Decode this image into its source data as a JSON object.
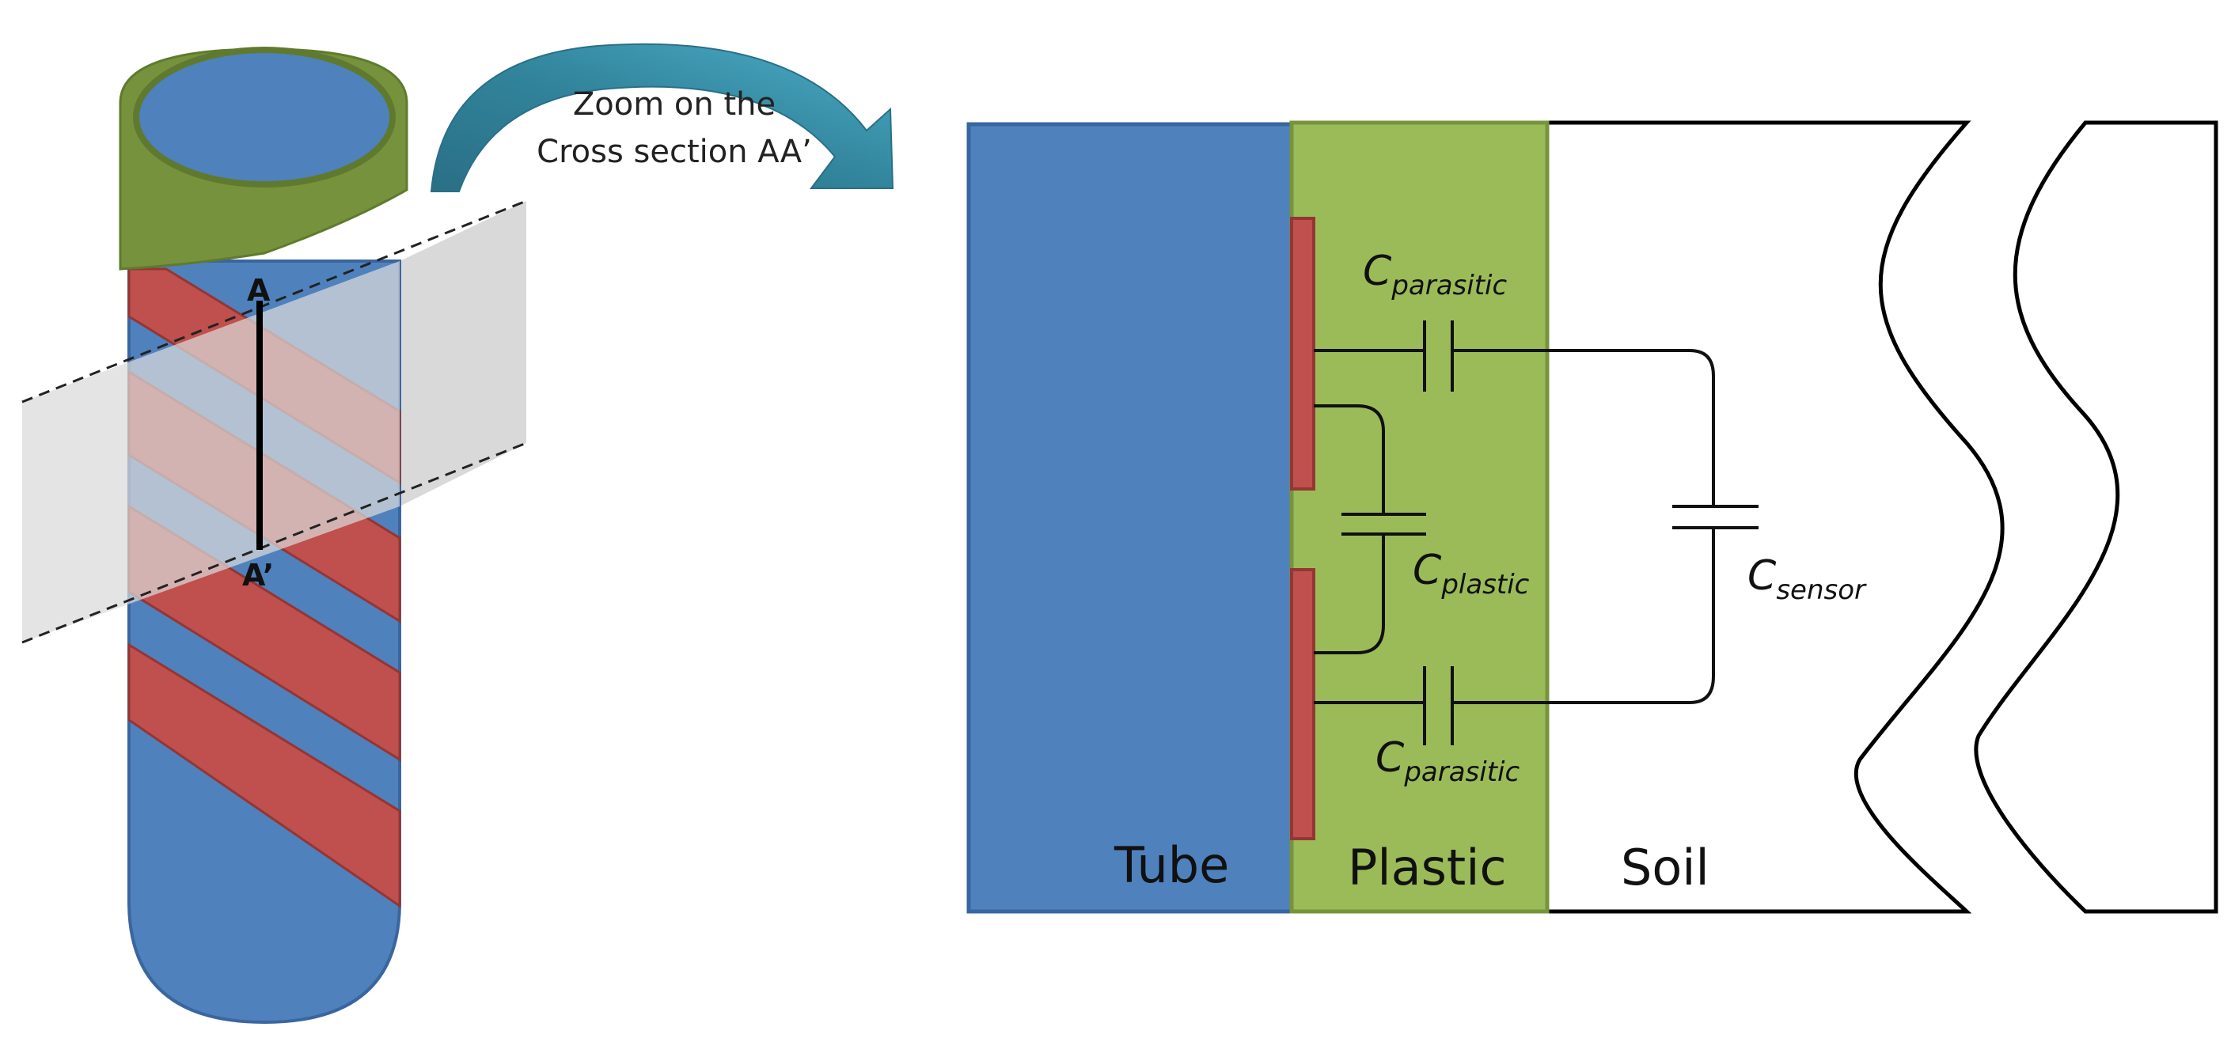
{
  "labels": {
    "point_a": "A",
    "point_a_prime": "A’",
    "zoom_line1": "Zoom on the",
    "zoom_line2": "Cross section AA’",
    "tube": "Tube",
    "plastic": "Plastic",
    "soil": "Soil",
    "c_parasitic_top_main": "C",
    "c_parasitic_top_sub": "parasitic",
    "c_plastic_main": "C",
    "c_plastic_sub": "plastic",
    "c_sensor_main": "C",
    "c_sensor_sub": "sensor",
    "c_parasitic_bottom_main": "C",
    "c_parasitic_bottom_sub": "parasitic"
  },
  "colors": {
    "tube_blue": "#4f81bd",
    "tube_edge": "#3a66a0",
    "plastic_green": "#9bbb59",
    "plastic_edge": "#77933c",
    "cap_green": "#76923c",
    "electrode_red": "#c0504d",
    "electrode_edge": "#943634",
    "plane_gray": "#d9d9d9",
    "arrow_teal": "#31849b"
  }
}
